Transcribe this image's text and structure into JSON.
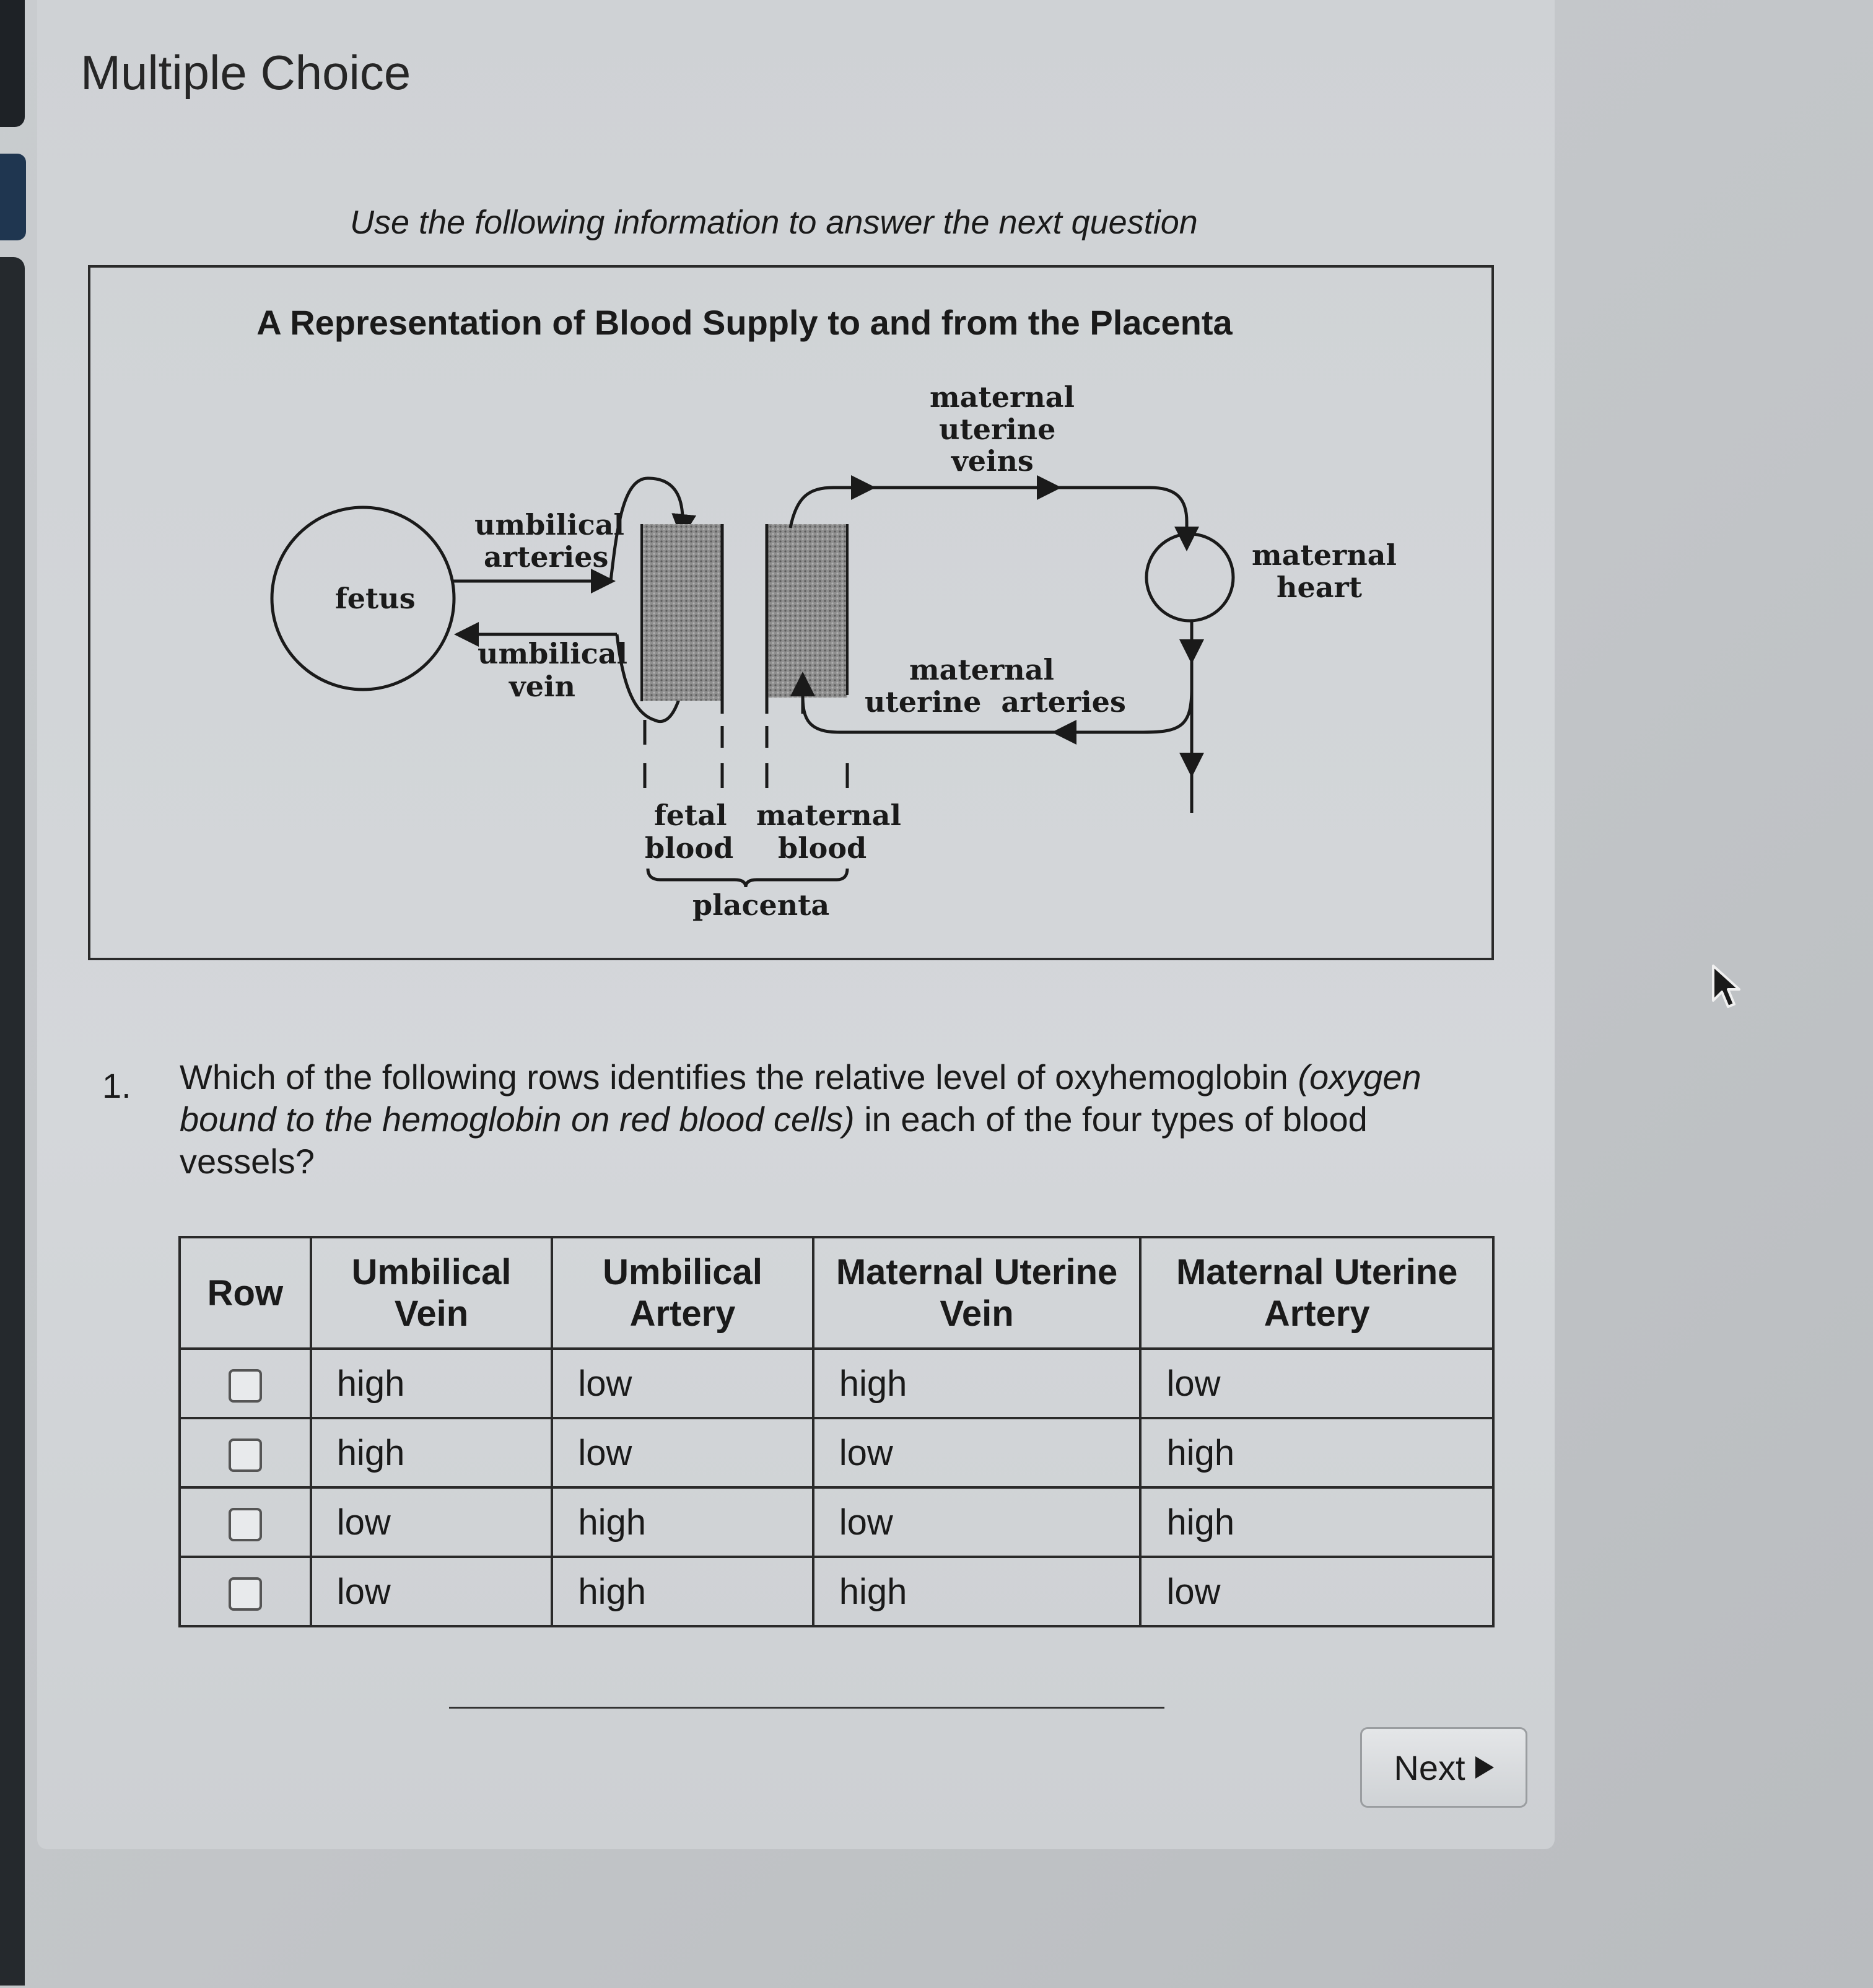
{
  "section_title": "Multiple Choice",
  "intro": "Use the following information to answer the next question",
  "diagram": {
    "title": "A Representation of Blood Supply to and from the Placenta",
    "labels": {
      "fetus": "fetus",
      "umbilical_arteries_1": "umbilical",
      "umbilical_arteries_2": "arteries",
      "umbilical_vein_1": "umbilical",
      "umbilical_vein_2": "vein",
      "fetal_blood_1": "fetal",
      "fetal_blood_2": "blood",
      "maternal_blood_1": "maternal",
      "maternal_blood_2": "blood",
      "placenta": "placenta",
      "mat_ut_veins_1": "maternal",
      "mat_ut_veins_2": "uterine",
      "mat_ut_veins_3": "veins",
      "mat_ut_arteries_1": "maternal",
      "mat_ut_arteries_2": "uterine  arteries",
      "maternal_heart_1": "maternal",
      "maternal_heart_2": "heart"
    }
  },
  "question": {
    "number": "1.",
    "text_plain_1": "Which of the following rows identifies the relative level of oxyhemoglobin ",
    "text_italic": "(oxygen bound to the hemoglobin on red blood cells)",
    "text_plain_2": " in each of the four types of blood vessels?"
  },
  "table": {
    "headers": [
      "Row",
      "Umbilical Vein",
      "Umbilical Artery",
      "Maternal Uterine Vein",
      "Maternal Uterine Artery"
    ],
    "rows": [
      [
        "high",
        "low",
        "high",
        "low"
      ],
      [
        "high",
        "low",
        "low",
        "high"
      ],
      [
        "low",
        "high",
        "low",
        "high"
      ],
      [
        "low",
        "high",
        "high",
        "low"
      ]
    ]
  },
  "next_label": "Next"
}
